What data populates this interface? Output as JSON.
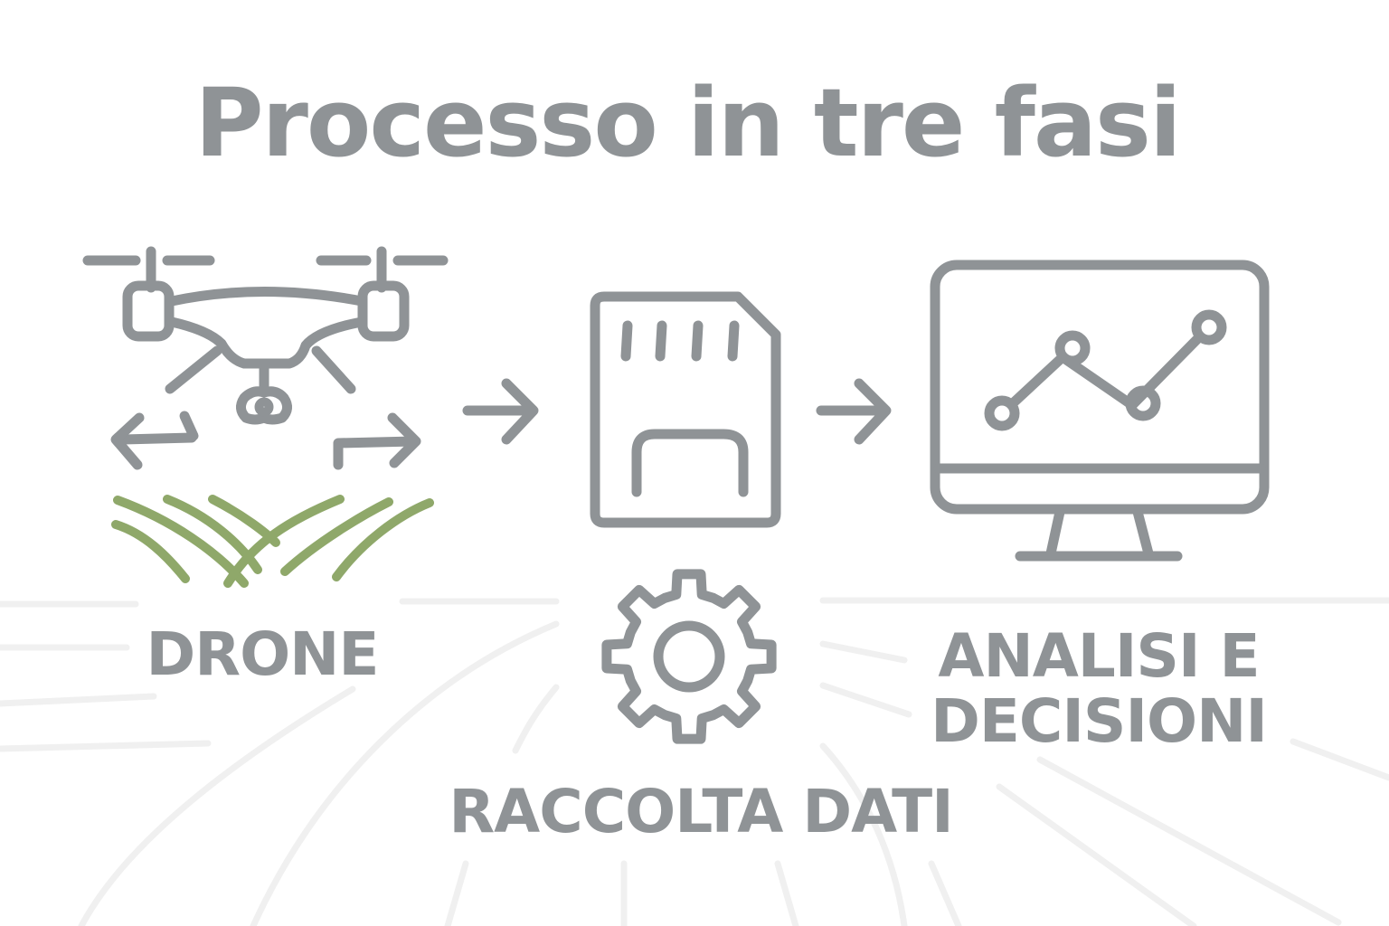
{
  "title": "Processo in tre fasi",
  "steps": [
    {
      "label": "DRONE",
      "icon": "drone-over-field-icon"
    },
    {
      "label": "RACCOLTA DATI",
      "icon": "sd-card-icon"
    },
    {
      "label_lines": [
        "ANALISI E",
        "DECISIONI"
      ],
      "icon": "monitor-chart-icon"
    }
  ],
  "extra_icons": [
    "gear-icon",
    "arrow-right-icon"
  ],
  "colors": {
    "icon_stroke": "#8f9396",
    "field_green": "#8fa86a",
    "text": "#8f9396",
    "background_lines": "#f0f0f0"
  }
}
